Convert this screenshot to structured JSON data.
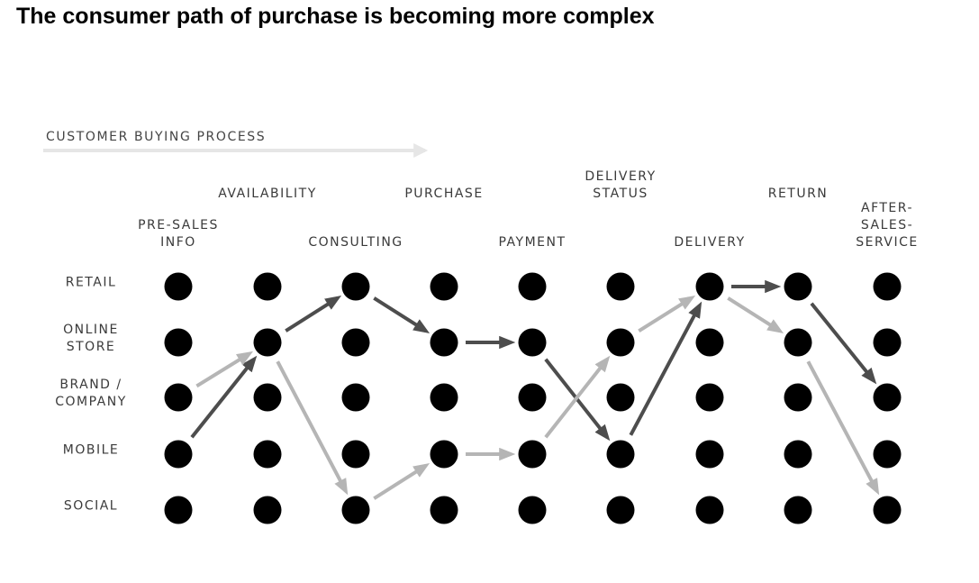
{
  "title": "The consumer path of purchase is becoming more complex",
  "process_label": "CUSTOMER BUYING PROCESS",
  "stages": [
    {
      "label": "PRE-SALES\nINFO",
      "row": "lower"
    },
    {
      "label": "AVAILABILITY",
      "row": "upper"
    },
    {
      "label": "CONSULTING",
      "row": "lower"
    },
    {
      "label": "PURCHASE",
      "row": "upper"
    },
    {
      "label": "PAYMENT",
      "row": "lower"
    },
    {
      "label": "DELIVERY\nSTATUS",
      "row": "upper"
    },
    {
      "label": "DELIVERY",
      "row": "lower"
    },
    {
      "label": "RETURN",
      "row": "upper"
    },
    {
      "label": "AFTER-\nSALES-SERVICE",
      "row": "lower"
    }
  ],
  "channels": [
    "RETAIL",
    "ONLINE\nSTORE",
    "BRAND /\nCOMPANY",
    "MOBILE",
    "SOCIAL"
  ],
  "paths": [
    {
      "name": "dark-path",
      "color": "#4d4d4d",
      "steps": [
        {
          "from": [
            0,
            3
          ],
          "to": [
            1,
            1
          ]
        },
        {
          "from": [
            1,
            1
          ],
          "to": [
            2,
            0
          ]
        },
        {
          "from": [
            2,
            0
          ],
          "to": [
            3,
            1
          ]
        },
        {
          "from": [
            3,
            1
          ],
          "to": [
            4,
            1
          ]
        },
        {
          "from": [
            4,
            1
          ],
          "to": [
            5,
            3
          ]
        },
        {
          "from": [
            5,
            3
          ],
          "to": [
            6,
            0
          ]
        },
        {
          "from": [
            6,
            0
          ],
          "to": [
            7,
            0
          ]
        },
        {
          "from": [
            7,
            0
          ],
          "to": [
            8,
            2
          ]
        }
      ]
    },
    {
      "name": "light-path",
      "color": "#b5b5b5",
      "steps": [
        {
          "from": [
            0,
            2
          ],
          "to": [
            1,
            1
          ]
        },
        {
          "from": [
            1,
            1
          ],
          "to": [
            2,
            4
          ]
        },
        {
          "from": [
            2,
            4
          ],
          "to": [
            3,
            3
          ]
        },
        {
          "from": [
            3,
            3
          ],
          "to": [
            4,
            3
          ]
        },
        {
          "from": [
            4,
            3
          ],
          "to": [
            5,
            1
          ]
        },
        {
          "from": [
            5,
            1
          ],
          "to": [
            6,
            0
          ]
        },
        {
          "from": [
            6,
            0
          ],
          "to": [
            7,
            1
          ]
        },
        {
          "from": [
            7,
            1
          ],
          "to": [
            8,
            4
          ]
        }
      ]
    }
  ],
  "colors": {
    "dot": "#000000",
    "process_arrow": "#e6e6e6",
    "text": "#3a3a3a"
  }
}
